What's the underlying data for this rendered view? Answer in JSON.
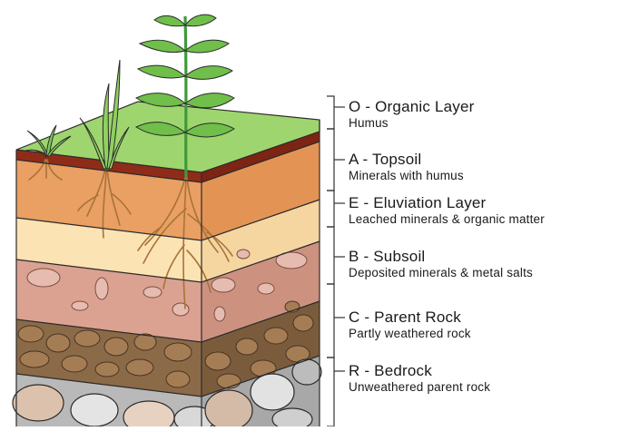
{
  "layers": [
    {
      "title": "O - Organic Layer",
      "desc": "Humus",
      "color": "#9ad36a"
    },
    {
      "title": "A - Topsoil",
      "desc": "Minerals with humus",
      "color": "#e8a36a"
    },
    {
      "title": "E - Eluviation Layer",
      "desc": "Leached minerals & organic matter",
      "color": "#fbe2b0"
    },
    {
      "title": "B - Subsoil",
      "desc": "Deposited minerals & metal salts",
      "color": "#d99e8c"
    },
    {
      "title": "C - Parent Rock",
      "desc": "Partly weathered rock",
      "color": "#8b6a48"
    },
    {
      "title": "R - Bedrock",
      "desc": "Unweathered parent rock",
      "color": "#c9c9c9"
    }
  ],
  "colors": {
    "grass": "#9ad36a",
    "humus": "#8b2a18",
    "plant": "#3f9a3a",
    "root": "#a7743a",
    "outline": "#2b2b2b"
  }
}
